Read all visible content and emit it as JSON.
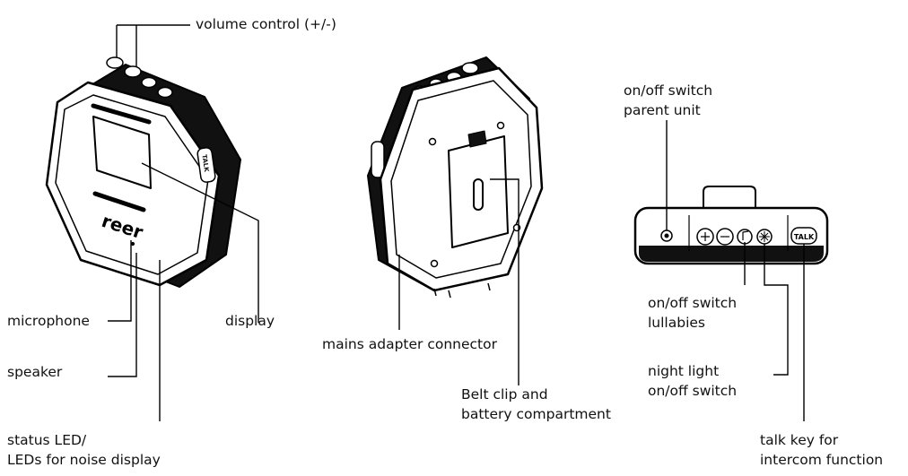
{
  "labels": {
    "volume_control": "volume control (+/-)",
    "microphone": "microphone",
    "display": "display",
    "speaker": "speaker",
    "status_led": [
      "status LED/",
      "LEDs for noise display"
    ],
    "mains_adapter": "mains adapter connector",
    "belt_clip": [
      "Belt clip and",
      "battery compartment"
    ],
    "onoff_parent": [
      "on/off switch",
      "parent unit"
    ],
    "onoff_lullabies": [
      "on/off switch",
      "lullabies"
    ],
    "night_light": [
      "night light",
      "on/off switch"
    ],
    "talk_key": [
      "talk key for",
      "intercom function"
    ]
  },
  "device_markings": {
    "logo": "reer",
    "side_button": "TALK",
    "talk_button": "TALK"
  }
}
